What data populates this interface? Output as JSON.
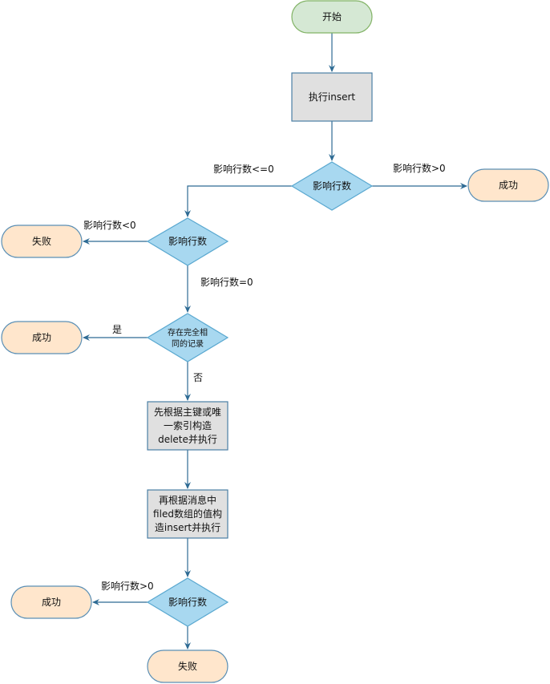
{
  "nodes": {
    "start": "开始",
    "exec_insert": "执行insert",
    "decision1": "影响行数",
    "success1": "成功",
    "decision2": "影响行数",
    "fail1": "失败",
    "decision3_line1": "存在完全相",
    "decision3_line2": "同的记录",
    "success2": "成功",
    "process_delete_line1": "先根据主键或唯",
    "process_delete_line2": "一索引构造",
    "process_delete_line3": "delete并执行",
    "process_insert_line1": "再根据消息中",
    "process_insert_line2": "filed数组的值构",
    "process_insert_line3": "造insert并执行",
    "decision4": "影响行数",
    "success3": "成功",
    "fail2": "失败"
  },
  "edges": {
    "lte0": "影响行数<=0",
    "gt0_1": "影响行数>0",
    "lt0": "影响行数<0",
    "eq0": "影响行数=0",
    "yes": "是",
    "no": "否",
    "gt0_2": "影响行数>0"
  },
  "colors": {
    "start_fill": "#d5e8d4",
    "start_stroke": "#82b366",
    "process_fill": "#e0e0e0",
    "process_stroke": "#4a7fa5",
    "decision_fill": "#a8d8f0",
    "decision_stroke": "#5aa8d0",
    "terminal_fill": "#ffe6cc",
    "terminal_stroke": "#5a8fb5",
    "line": "#2e6b94"
  }
}
